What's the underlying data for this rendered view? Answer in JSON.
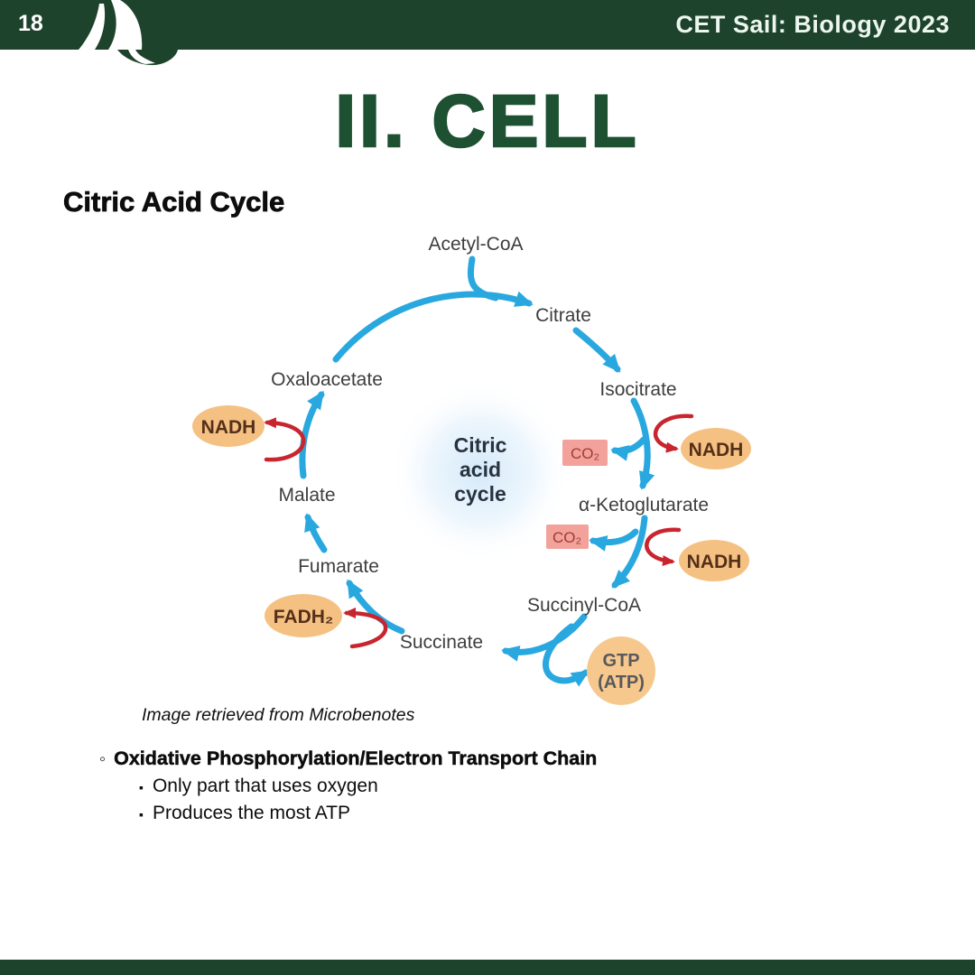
{
  "header": {
    "page_number": "18",
    "course_title": "CET Sail: Biology 2023"
  },
  "title": "II. CELL",
  "section": {
    "heading": "Citric Acid Cycle"
  },
  "diagram": {
    "center": {
      "line1": "Citric",
      "line2": "acid",
      "line3": "cycle"
    },
    "metabolites": {
      "acetyl_coa": "Acetyl-CoA",
      "citrate": "Citrate",
      "isocitrate": "Isocitrate",
      "alpha_ketoglutarate": "α-Ketoglutarate",
      "succinyl_coa": "Succinyl-CoA",
      "succinate": "Succinate",
      "fumarate": "Fumarate",
      "malate": "Malate",
      "oxaloacetate": "Oxaloacetate"
    },
    "cofactors": {
      "nadh": "NADH",
      "fadh2": "FADH₂",
      "co2": "CO₂",
      "gtp": "GTP",
      "gtp_alt": "(ATP)"
    },
    "colors": {
      "cycle_arrow_blue": "#29a8df",
      "cofactor_arrow_red": "#c8252f",
      "nadh_oval_fill": "#f5c183",
      "co2_box_fill": "#f2a29a",
      "gtp_circle_fill": "#f6c88e",
      "center_glow": "#d6eaf9"
    }
  },
  "caption": "Image retrieved from Microbenotes",
  "notes": {
    "bullet_marker": "◦",
    "sub_bullet_marker": "▪",
    "heading": "Oxidative Phosphorylation/Electron Transport Chain",
    "items": [
      "Only part that uses oxygen",
      "Produces the most ATP"
    ]
  },
  "colors": {
    "brand_green": "#1e432c",
    "title_green": "#1d5131",
    "header_text": "#ecf6ee"
  }
}
